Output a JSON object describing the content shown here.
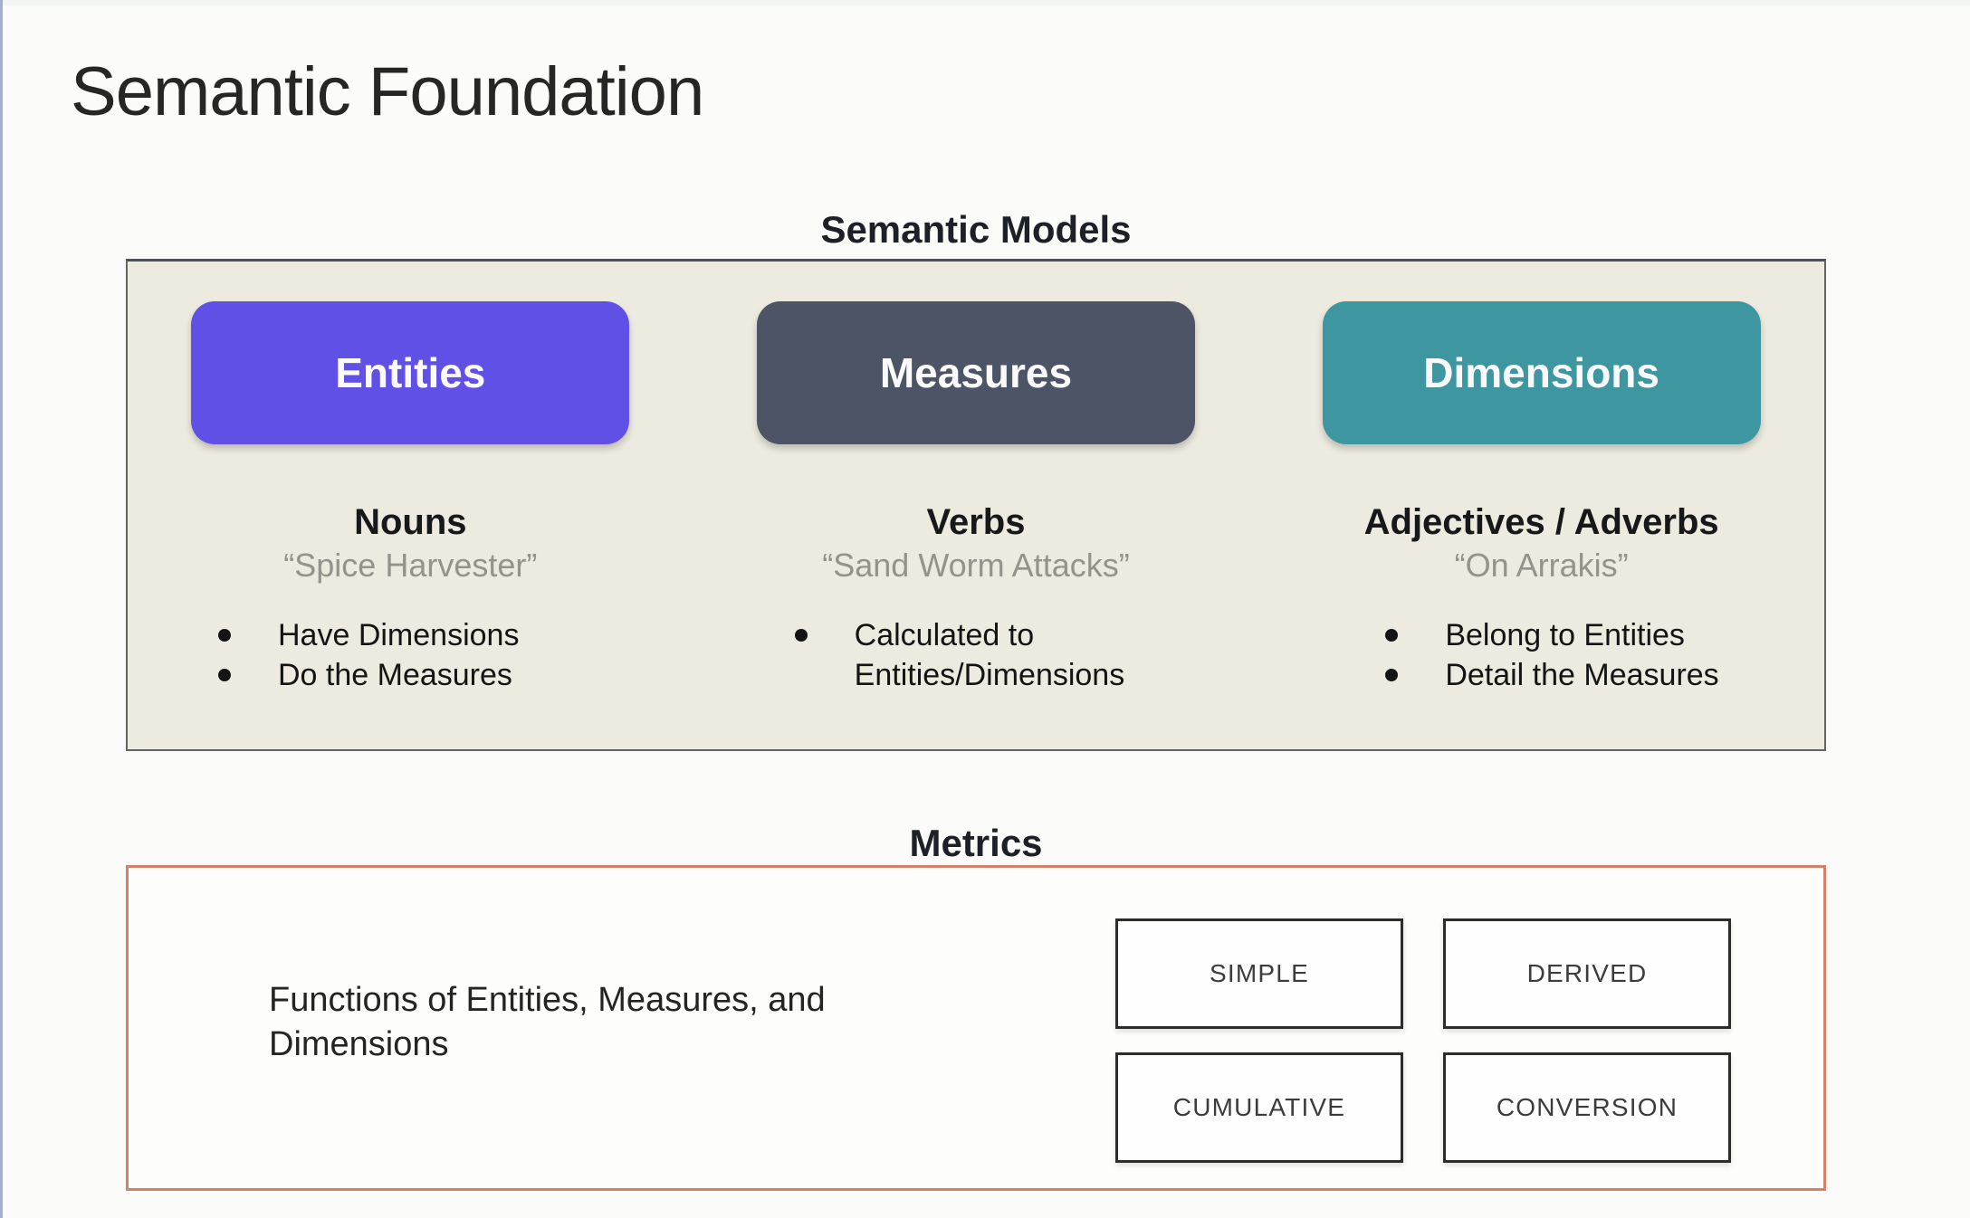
{
  "page": {
    "title": "Semantic Foundation"
  },
  "semantic_models": {
    "heading": "Semantic Models",
    "columns": [
      {
        "pill": "Entities",
        "role": "Nouns",
        "example": "“Spice Harvester”",
        "bullets": [
          "Have Dimensions",
          "Do the Measures"
        ]
      },
      {
        "pill": "Measures",
        "role": "Verbs",
        "example": "“Sand Worm Attacks”",
        "bullets": [
          "Calculated to Entities/Dimensions"
        ]
      },
      {
        "pill": "Dimensions",
        "role": "Adjectives / Adverbs",
        "example": "“On Arrakis”",
        "bullets": [
          "Belong to Entities",
          "Detail the Measures"
        ]
      }
    ]
  },
  "metrics": {
    "heading": "Metrics",
    "description": "Functions of Entities, Measures, and Dimensions",
    "types": [
      "SIMPLE",
      "DERIVED",
      "CUMULATIVE",
      "CONVERSION"
    ]
  },
  "colors": {
    "entities_pill": "#6150e6",
    "measures_pill": "#4c5466",
    "dimensions_pill": "#3e96a1",
    "models_panel_bg": "#edebdf",
    "metrics_border": "#d2826a"
  }
}
